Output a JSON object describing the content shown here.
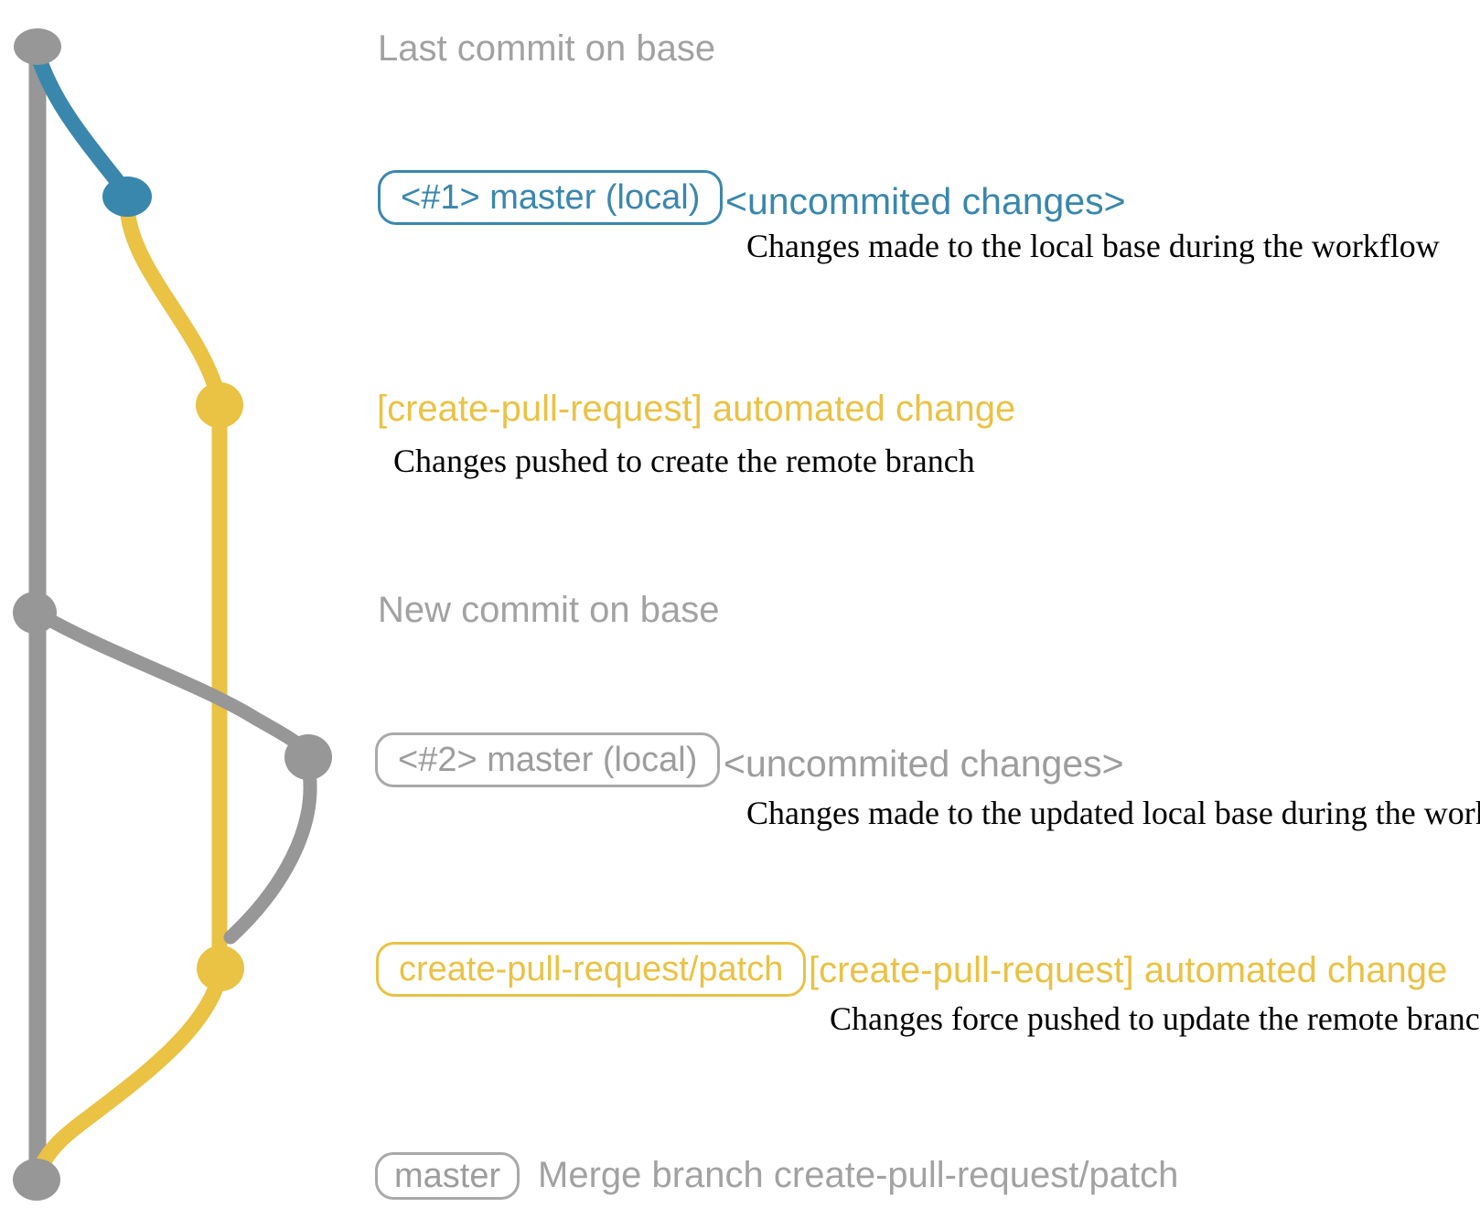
{
  "colors": {
    "blue": "#3a87ad",
    "yellow": "#eac244",
    "gray": "#979797",
    "gray_text": "#a2a2a2",
    "gray_border": "#a9a9a9",
    "black": "#000000",
    "background": "#ffffff"
  },
  "annotations": {
    "last_commit_label": "Last commit on base",
    "new_commit_label": "New commit on base",
    "merge_label": "Merge branch create-pull-request/patch"
  },
  "commits": {
    "commit1": {
      "branch_badge": "<#1> master (local)",
      "message": "<uncommited changes>",
      "description": "Changes made to the local base during the workflow"
    },
    "push1": {
      "message": "[create-pull-request] automated change",
      "description": "Changes pushed to create the remote branch"
    },
    "commit2": {
      "branch_badge": "<#2> master (local)",
      "message": "<uncommited changes>",
      "description": "Changes made to the updated local base during the workflow"
    },
    "push2": {
      "branch_badge": "create-pull-request/patch",
      "message": "[create-pull-request] automated change",
      "description": "Changes force pushed to update the remote branch"
    },
    "merge": {
      "branch_badge": "master"
    }
  },
  "graph": {
    "branches": [
      {
        "name": "base",
        "color_key": "gray"
      },
      {
        "name": "local-master",
        "color_key": "blue"
      },
      {
        "name": "create-pull-request/patch",
        "color_key": "yellow"
      }
    ],
    "nodes": [
      {
        "id": "last-commit-on-base",
        "branch": "base"
      },
      {
        "id": "local-commit-1",
        "branch": "local-master"
      },
      {
        "id": "remote-branch-created",
        "branch": "create-pull-request/patch"
      },
      {
        "id": "new-commit-on-base",
        "branch": "base"
      },
      {
        "id": "local-commit-2",
        "branch": "base"
      },
      {
        "id": "remote-branch-force-pushed",
        "branch": "create-pull-request/patch"
      },
      {
        "id": "merge-commit",
        "branch": "base"
      }
    ]
  }
}
